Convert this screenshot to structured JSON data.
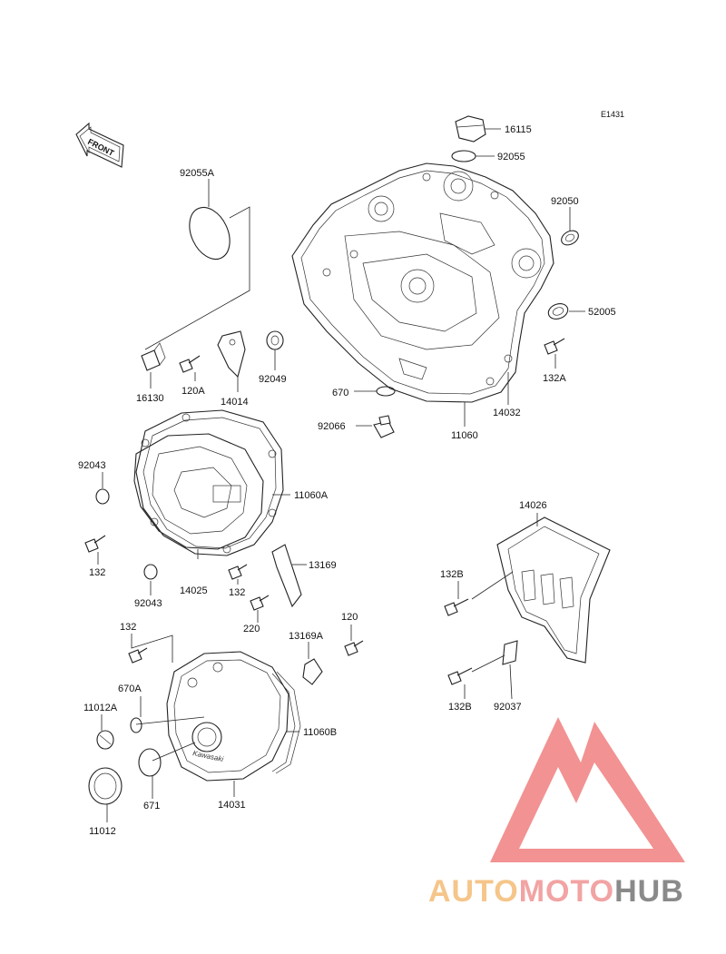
{
  "diagram": {
    "code": "E1431",
    "front_label": "FRONT",
    "parts": [
      {
        "id": "p16115",
        "label": "16115"
      },
      {
        "id": "p92055",
        "label": "92055"
      },
      {
        "id": "p92055A",
        "label": "92055A"
      },
      {
        "id": "p92050",
        "label": "92050"
      },
      {
        "id": "p52005",
        "label": "52005"
      },
      {
        "id": "p16130",
        "label": "16130"
      },
      {
        "id": "p120A",
        "label": "120A"
      },
      {
        "id": "p14014",
        "label": "14014"
      },
      {
        "id": "p92049",
        "label": "92049"
      },
      {
        "id": "p132A",
        "label": "132A"
      },
      {
        "id": "p670",
        "label": "670"
      },
      {
        "id": "p14032",
        "label": "14032"
      },
      {
        "id": "p92066",
        "label": "92066"
      },
      {
        "id": "p11060",
        "label": "11060"
      },
      {
        "id": "p92043a",
        "label": "92043"
      },
      {
        "id": "p11060A",
        "label": "11060A"
      },
      {
        "id": "p132a",
        "label": "132"
      },
      {
        "id": "p13169",
        "label": "13169"
      },
      {
        "id": "p92043b",
        "label": "92043"
      },
      {
        "id": "p14025",
        "label": "14025"
      },
      {
        "id": "p132b",
        "label": "132"
      },
      {
        "id": "p220",
        "label": "220"
      },
      {
        "id": "p14026",
        "label": "14026"
      },
      {
        "id": "p132B1",
        "label": "132B"
      },
      {
        "id": "p132c",
        "label": "132"
      },
      {
        "id": "p13169A",
        "label": "13169A"
      },
      {
        "id": "p120",
        "label": "120"
      },
      {
        "id": "p670A",
        "label": "670A"
      },
      {
        "id": "p11012A",
        "label": "11012A"
      },
      {
        "id": "p11060B",
        "label": "11060B"
      },
      {
        "id": "p132B2",
        "label": "132B"
      },
      {
        "id": "p92037",
        "label": "92037"
      },
      {
        "id": "p671",
        "label": "671"
      },
      {
        "id": "p14031",
        "label": "14031"
      },
      {
        "id": "p11012",
        "label": "11012"
      }
    ]
  },
  "watermark": {
    "part1": "AUTO",
    "part2": "MOTO",
    "part3": "HUB",
    "colors": {
      "auto": "#f5c58a",
      "moto": "#f2a3a3",
      "hub": "#8a8a8a",
      "logo": "#f07f7f"
    }
  }
}
